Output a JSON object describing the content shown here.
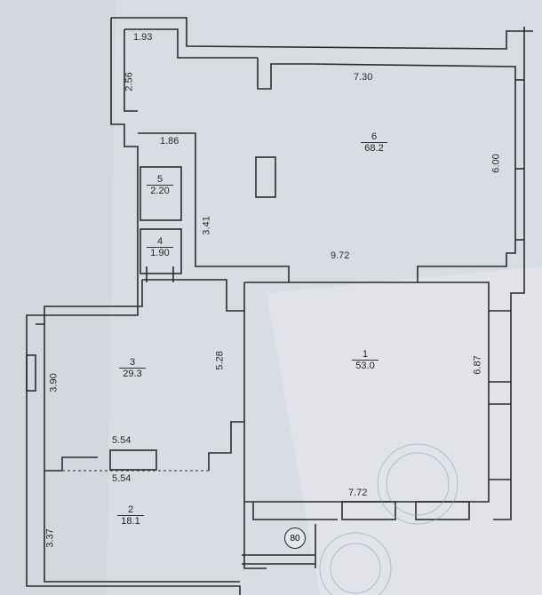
{
  "rooms": [
    {
      "number": "1",
      "area": "53.0"
    },
    {
      "number": "2",
      "area": "18.1"
    },
    {
      "number": "3",
      "area": "29.3"
    },
    {
      "number": "4",
      "area": "1.90"
    },
    {
      "number": "5",
      "area": "2.20"
    },
    {
      "number": "6",
      "area": "68.2"
    }
  ],
  "dimensions": {
    "d_1_93": "1.93",
    "d_2_56": "2.56",
    "d_7_30": "7.30",
    "d_1_86": "1.86",
    "d_6_00": "6.00",
    "d_3_41": "3.41",
    "d_9_72": "9.72",
    "d_3_90": "3.90",
    "d_5_28": "5.28",
    "d_6_87": "6.87",
    "d_5_54_top": "5.54",
    "d_5_54_bottom": "5.54",
    "d_7_72": "7.72",
    "d_3_37": "3.37"
  },
  "entrance_number": "80",
  "colors": {
    "wall": "#2b2b2b",
    "paper": "#d9dde3",
    "shade": "#c7ccd4"
  }
}
